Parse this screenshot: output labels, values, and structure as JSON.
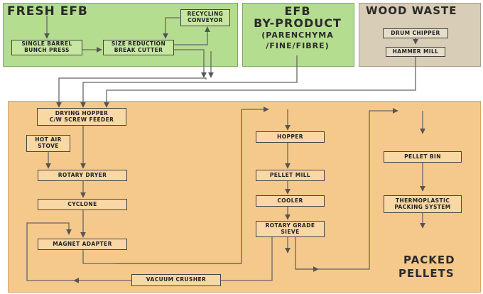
{
  "panels": {
    "fresh_efb": "FRESH EFB",
    "by_product_l1": "EFB",
    "by_product_l2": "BY-PRODUCT",
    "by_product_l3": "(PARENCHYMA",
    "by_product_l4": "/FINE/FIBRE)",
    "wood_waste": "WOOD WASTE",
    "packed_l1": "PACKED",
    "packed_l2": "PELLETS"
  },
  "boxes": {
    "single_barrel_l1": "SINGLE BARREL",
    "single_barrel_l2": "BUNCH PRESS",
    "size_reduction_l1": "SIZE REDUCTION",
    "size_reduction_l2": "BREAK CUTTER",
    "recycling_l1": "RECYCLING",
    "recycling_l2": "CONVEYOR",
    "drum_chipper": "DRUM CHIPPER",
    "hammer_mill": "HAMMER MILL",
    "drying_hopper_l1": "DRYING HOPPER",
    "drying_hopper_l2": "C/W SCREW FEEDER",
    "hot_air_l1": "HOT AIR",
    "hot_air_l2": "STOVE",
    "rotary_dryer": "ROTARY DRYER",
    "cyclone": "CYCLONE",
    "magnet_adapter": "MAGNET ADAPTER",
    "vacuum_crusher": "VACUUM CRUSHER",
    "hopper": "HOPPER",
    "pellet_mill": "PELLET MILL",
    "cooler": "COOLER",
    "rotary_sieve_l1": "ROTARY GRADE",
    "rotary_sieve_l2": "SIEVE",
    "pellet_bin": "PELLET BIN",
    "thermo_l1": "THERMOPLASTIC",
    "thermo_l2": "PACKING SYSTEM"
  }
}
